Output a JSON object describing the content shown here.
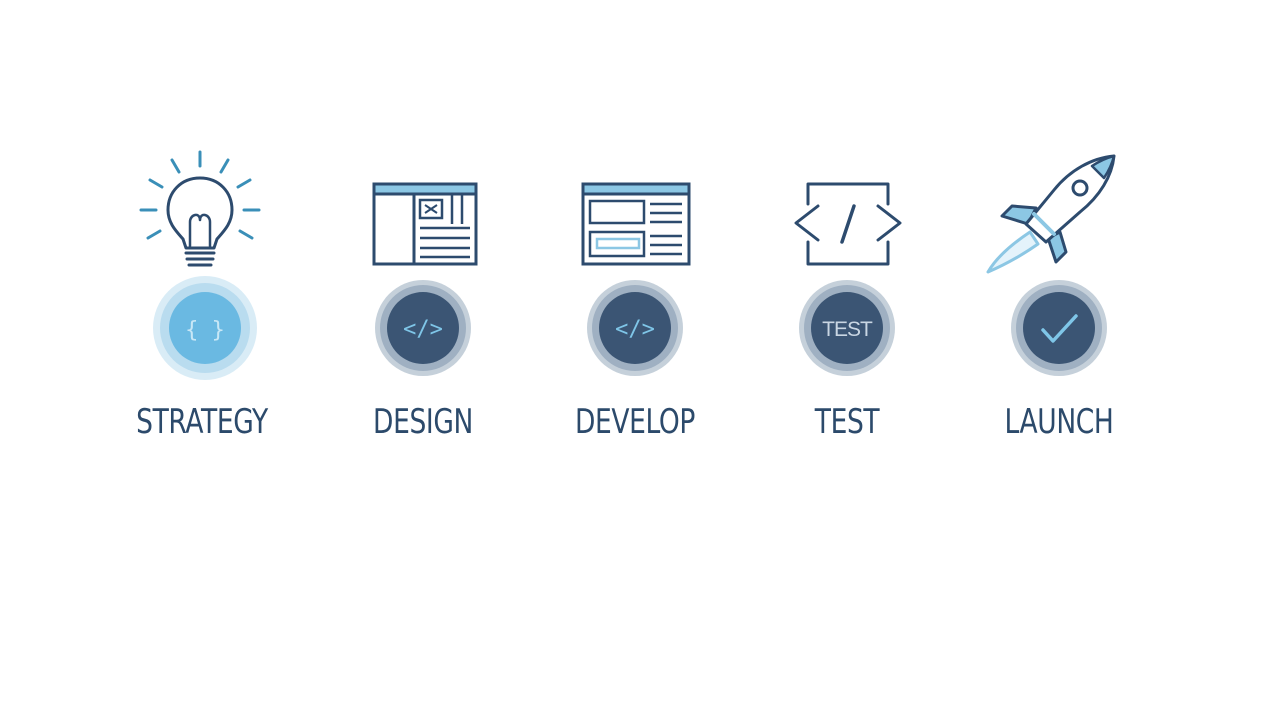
{
  "steps": [
    {
      "label": "STRATEGY",
      "top_icon": "lightbulb-icon",
      "node_icon": "braces-icon",
      "node_text": "{ }",
      "state": "active"
    },
    {
      "label": "DESIGN",
      "top_icon": "wireframe-icon",
      "node_icon": "code-icon",
      "node_text": "</>",
      "state": "default"
    },
    {
      "label": "DEVELOP",
      "top_icon": "browser-window-icon",
      "node_icon": "code-icon",
      "node_text": "</>",
      "state": "default"
    },
    {
      "label": "TEST",
      "top_icon": "code-brackets-icon",
      "node_icon": "test-text-icon",
      "node_text": "TEST",
      "state": "default"
    },
    {
      "label": "LAUNCH",
      "top_icon": "rocket-icon",
      "node_icon": "checkmark-icon",
      "node_text": "",
      "state": "default"
    }
  ],
  "colors": {
    "line_light": "#8cc7e4",
    "line_dark": "#6b7683",
    "node_dark": "#3b5574",
    "ring": "#9fb0c2",
    "node_active": "#6ab9e2",
    "ring_active": "#b9dcef",
    "icon_stroke": "#2d4b6e",
    "icon_accent": "#6cbfe6",
    "label_text": "#2c4a6b"
  }
}
